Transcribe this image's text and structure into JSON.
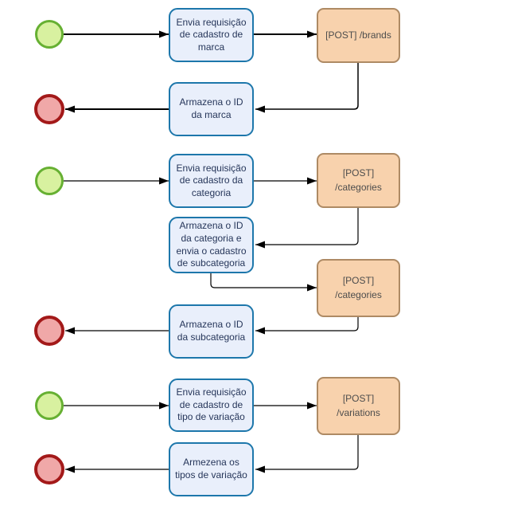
{
  "colors": {
    "start_fill": "#d8f1a0",
    "start_stroke": "#66b032",
    "end_fill": "#f0a8a8",
    "end_stroke": "#a31919",
    "task_fill": "#e9effb",
    "task_stroke": "#1d77ab",
    "task_text": "#26365a",
    "api_fill": "#f8d2ad",
    "api_stroke": "#ae8a64",
    "api_text": "#4d4d4d",
    "connector": "#000000"
  },
  "nodes": {
    "task_send_brand": {
      "label": "Envia requisição\nde cadastro de\nmarca"
    },
    "api_post_brands": {
      "label": "[POST] /brands"
    },
    "task_store_brand_id": {
      "label": "Armazena o ID\nda marca"
    },
    "task_send_category": {
      "label": "Envia requisição\nde cadastro da\ncategoria"
    },
    "api_post_categories_1": {
      "label": "[POST]\n/categories"
    },
    "task_store_category_id": {
      "label": "Armazena o ID\nda categoria e\nenvia o cadastro\nde subcategoria"
    },
    "api_post_categories_2": {
      "label": "[POST]\n/categories"
    },
    "task_store_subcategory_id": {
      "label": "Armazena o ID\nda subcategoria"
    },
    "task_send_variation": {
      "label": "Envia requisição\nde cadastro de\ntipo de variação"
    },
    "api_post_variations": {
      "label": "[POST]\n/variations"
    },
    "task_store_variation_types": {
      "label": "Armezena os\ntipos de variação"
    }
  }
}
